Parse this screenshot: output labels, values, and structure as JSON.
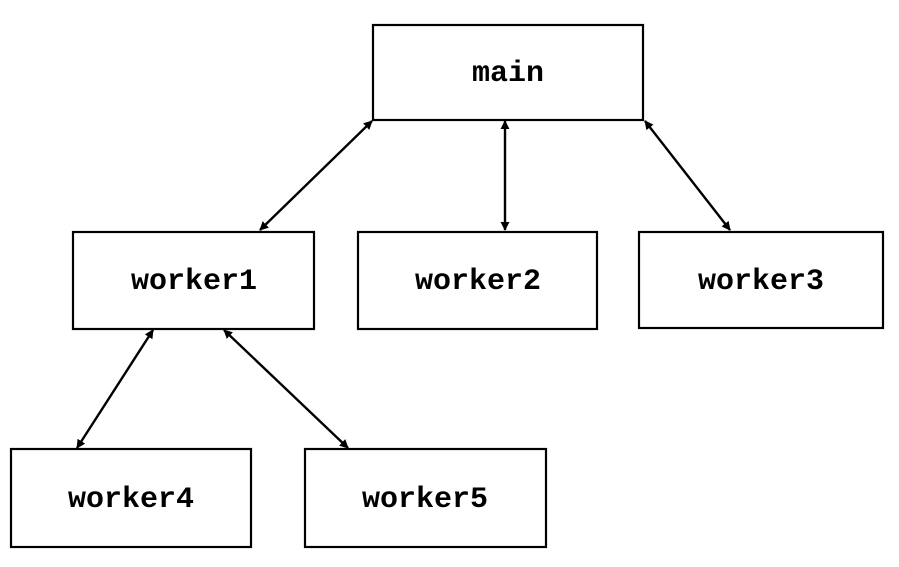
{
  "diagram": {
    "type": "tree",
    "line_color": "#000000",
    "box_fill": "#ffffff",
    "text_color": "#000000",
    "nodes": {
      "main": "main",
      "worker1": "worker1",
      "worker2": "worker2",
      "worker3": "worker3",
      "worker4": "worker4",
      "worker5": "worker5"
    },
    "edges": [
      {
        "from": "main",
        "to": "worker1",
        "bidirectional": true
      },
      {
        "from": "main",
        "to": "worker2",
        "bidirectional": true
      },
      {
        "from": "main",
        "to": "worker3",
        "bidirectional": true
      },
      {
        "from": "worker1",
        "to": "worker4",
        "bidirectional": true
      },
      {
        "from": "worker1",
        "to": "worker5",
        "bidirectional": true
      }
    ]
  }
}
